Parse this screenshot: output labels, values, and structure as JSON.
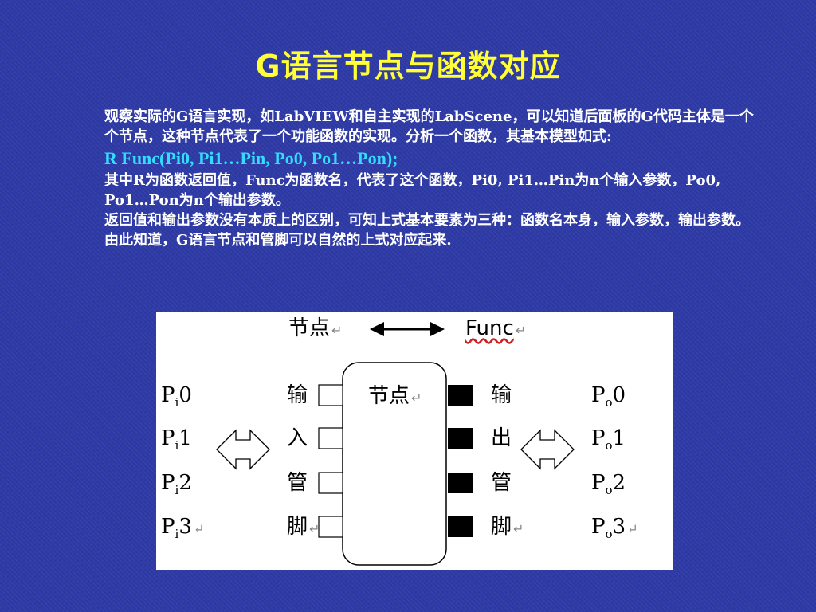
{
  "slide": {
    "title": "G语言节点与函数对应",
    "paragraphs": [
      "观察实际的G语言实现，如LabVIEW和自主实现的LabScene，可以知道后面板的G代码主体是一个个节点，这种节点代表了一个功能函数的实现。分析一个函数，其基本模型如式:",
      "R Func(Pi0, Pi1…Pin, Po0, Po1…Pon);",
      "其中R为函数返回值，Func为函数名，代表了这个函数，Pi0, Pi1…Pin为n个输入参数，Po0, Po1…Pon为n个输出参数。",
      "返回值和输出参数没有本质上的区别，可知上式基本要素为三种：函数名本身，输入参数，输出参数。由此知道，G语言节点和管脚可以自然的上式对应起来."
    ]
  },
  "diagram": {
    "top_left_label": "节点",
    "top_right_label": "Func",
    "node_label": "节点",
    "return_mark": "↵",
    "input_pin_chars": [
      "输",
      "入",
      "管",
      "脚"
    ],
    "output_pin_chars": [
      "输",
      "出",
      "管",
      "脚"
    ],
    "input_params": [
      {
        "base": "P",
        "sub": "i",
        "index": "0"
      },
      {
        "base": "P",
        "sub": "i",
        "index": "1"
      },
      {
        "base": "P",
        "sub": "i",
        "index": "2"
      },
      {
        "base": "P",
        "sub": "i",
        "index": "3"
      }
    ],
    "output_params": [
      {
        "base": "P",
        "sub": "o",
        "index": "0"
      },
      {
        "base": "P",
        "sub": "o",
        "index": "1"
      },
      {
        "base": "P",
        "sub": "o",
        "index": "2"
      },
      {
        "base": "P",
        "sub": "o",
        "index": "3"
      }
    ]
  },
  "colors": {
    "background": "#2e3aa6",
    "title": "#ffff33",
    "formula": "#33ddff",
    "body_text": "#ffffff"
  }
}
